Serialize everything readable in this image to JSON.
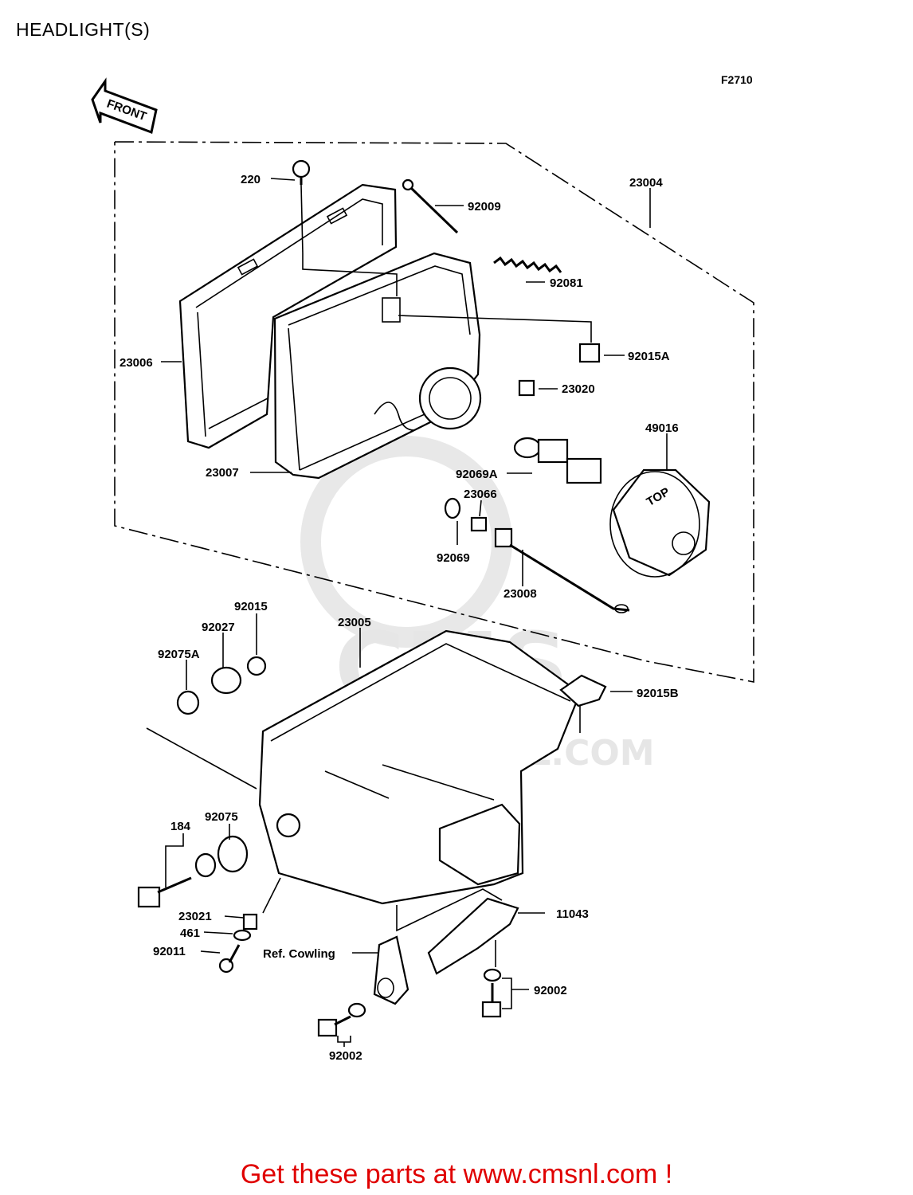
{
  "page": {
    "title": "HEADLIGHT(S)",
    "figure_code": "F2710",
    "footer": "Get these parts at www.cmsnl.com !"
  },
  "front_arrow": {
    "label": "FRONT"
  },
  "watermark": {
    "logo_text": "CMS",
    "url_text": "WWW.CMSNL.COM"
  },
  "parts": [
    {
      "id": "220"
    },
    {
      "id": "92009"
    },
    {
      "id": "23004"
    },
    {
      "id": "92081"
    },
    {
      "id": "23006"
    },
    {
      "id": "92015A"
    },
    {
      "id": "23020"
    },
    {
      "id": "49016"
    },
    {
      "id": "23007"
    },
    {
      "id": "92069A"
    },
    {
      "id": "23066"
    },
    {
      "id": "92069"
    },
    {
      "id": "23008"
    },
    {
      "id": "92015"
    },
    {
      "id": "92027"
    },
    {
      "id": "23005"
    },
    {
      "id": "92075A"
    },
    {
      "id": "92015B"
    },
    {
      "id": "184"
    },
    {
      "id": "92075"
    },
    {
      "id": "11043"
    },
    {
      "id": "23021"
    },
    {
      "id": "461"
    },
    {
      "id": "92011"
    },
    {
      "id": "Ref. Cowling"
    },
    {
      "id": "92002"
    },
    {
      "id": "92002"
    }
  ],
  "bulb_marking": "TOP"
}
